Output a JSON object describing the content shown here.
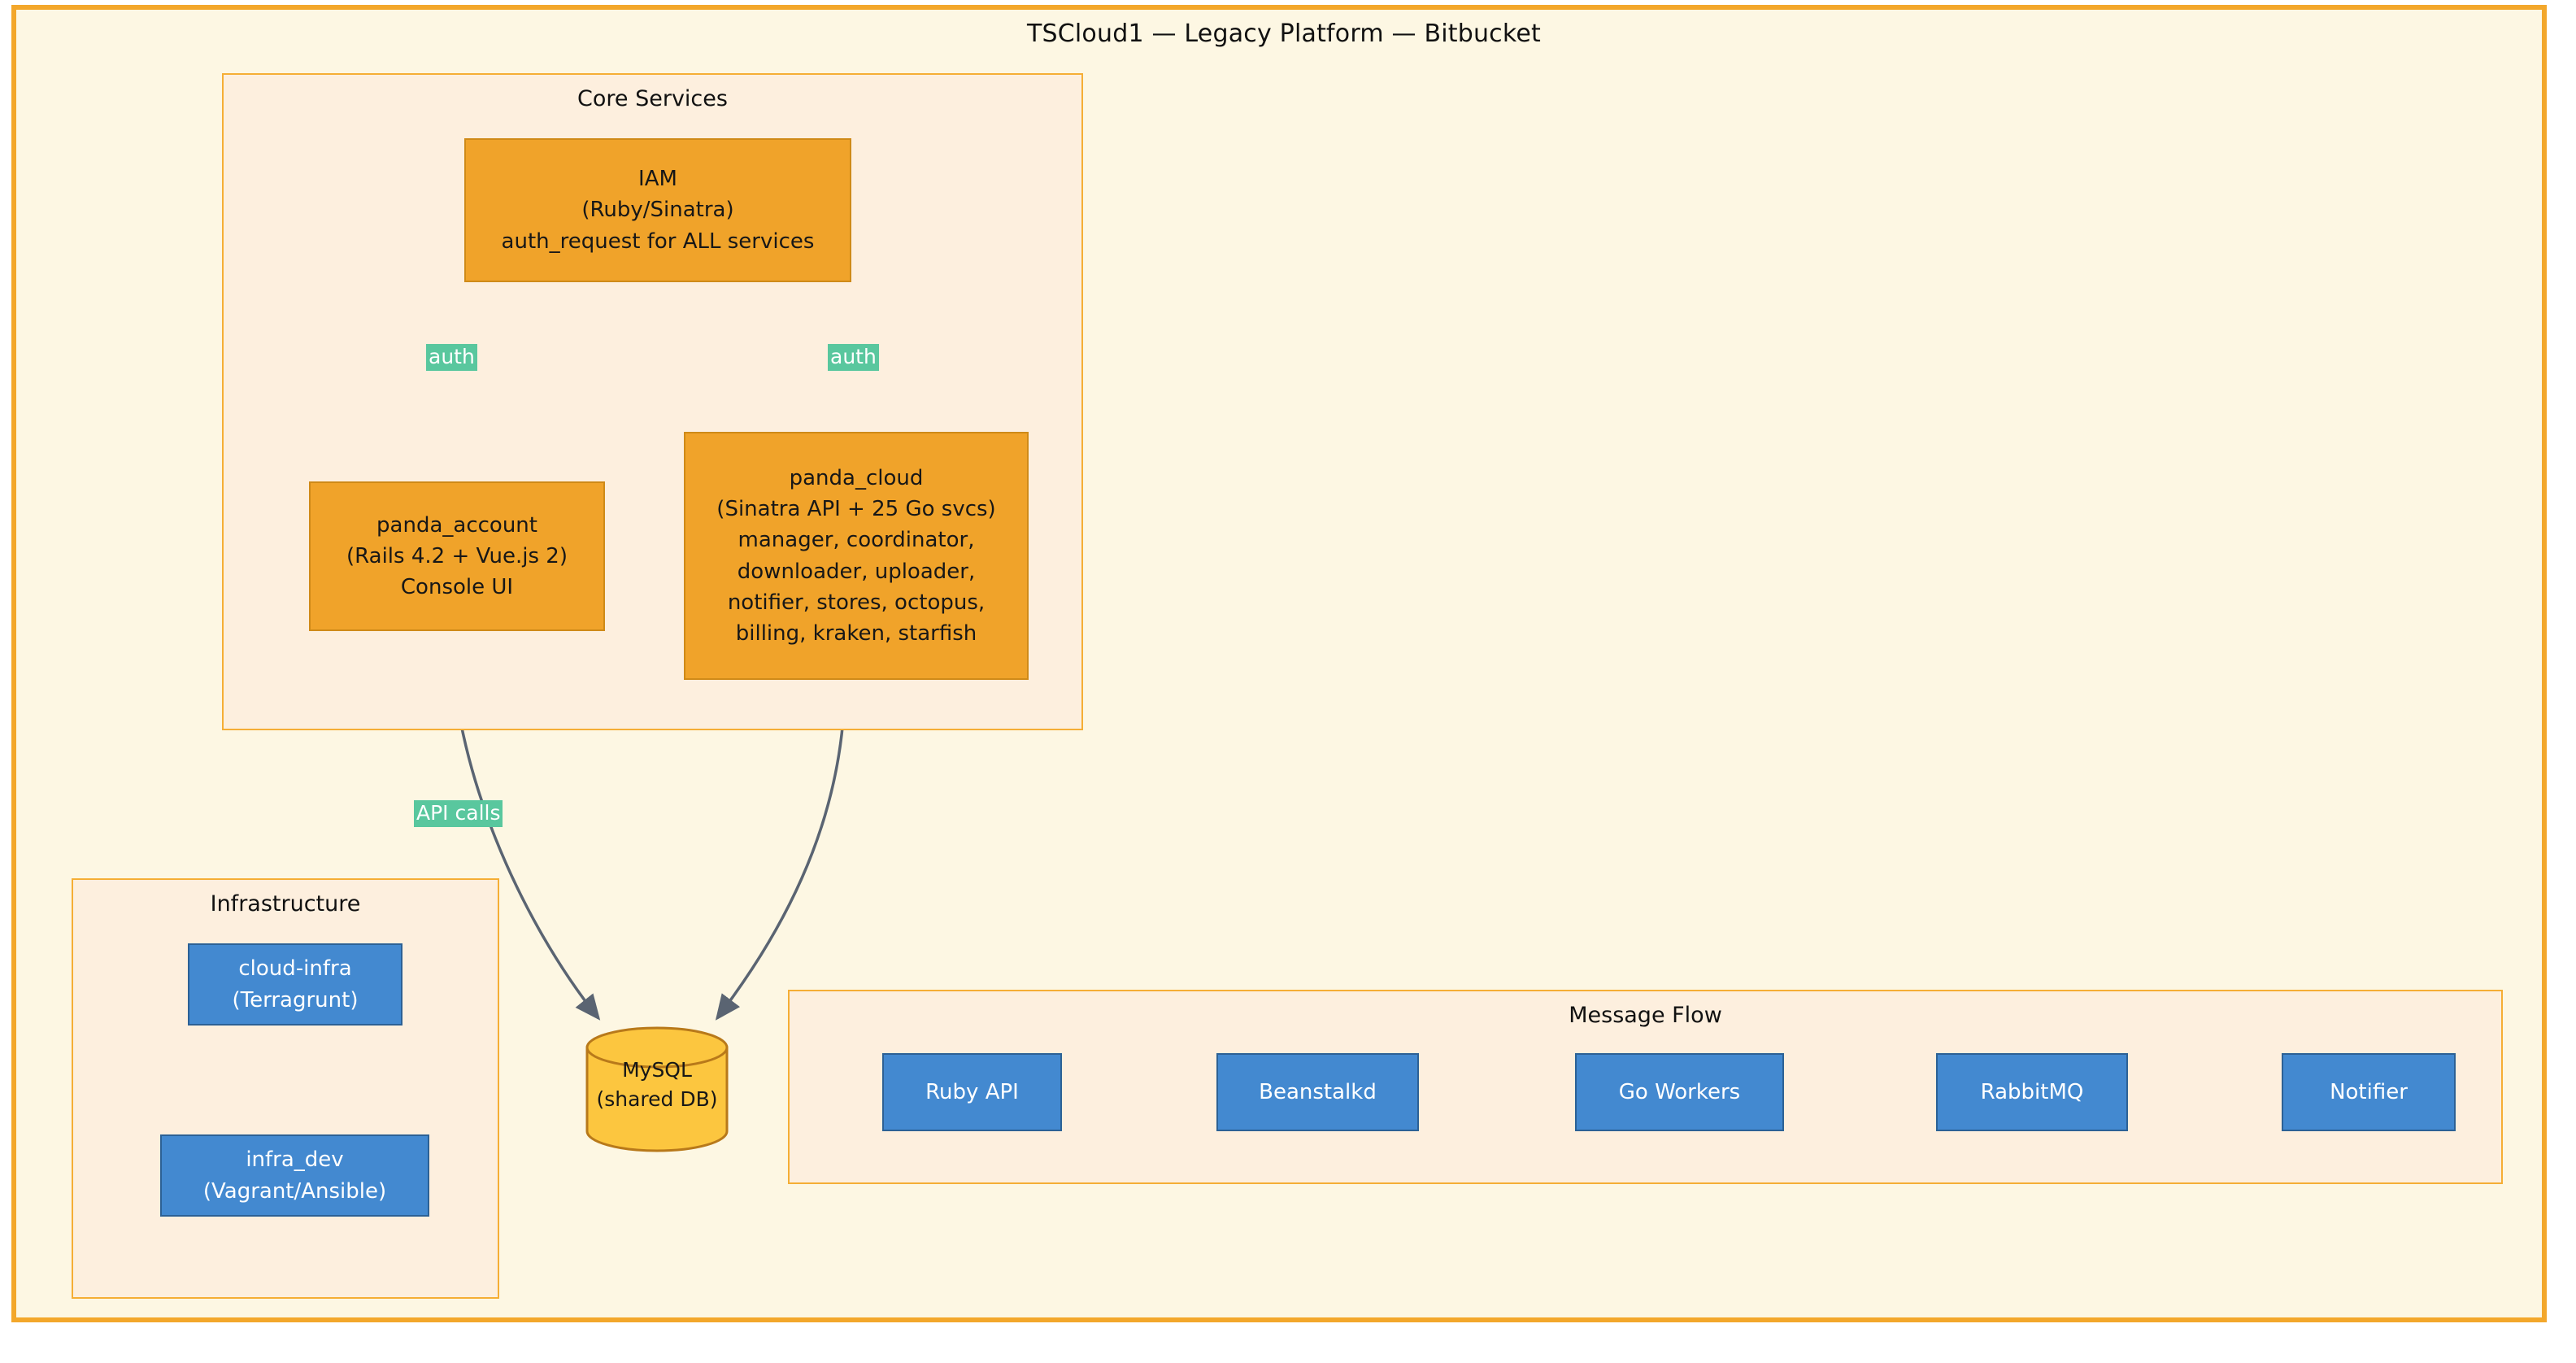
{
  "diagram": {
    "title": "TSCloud1 — Legacy Platform — Bitbucket",
    "colors": {
      "frame_border": "#F3A72B",
      "canvas_background": "#FDF7E3",
      "cluster_background": "#FDEFDE",
      "cluster_border": "#F5AE35",
      "node_orange_fill": "#F0A32A",
      "node_orange_border": "#CF8A18",
      "node_blue_fill": "#4389D0",
      "node_blue_border": "#2C6195",
      "database_fill": "#FCC63F",
      "database_border": "#B8791A",
      "edge_label_fill": "#59C79E",
      "edge_stroke": "#4A5568"
    }
  },
  "clusters": {
    "core_services": {
      "title": "Core Services"
    },
    "infrastructure": {
      "title": "Infrastructure"
    },
    "message_flow": {
      "title": "Message Flow"
    }
  },
  "nodes": {
    "iam": {
      "lines": [
        "IAM",
        "(Ruby/Sinatra)",
        "auth_request for ALL services"
      ]
    },
    "panda_account": {
      "lines": [
        "panda_account",
        "(Rails 4.2 + Vue.js 2)",
        "Console UI"
      ]
    },
    "panda_cloud": {
      "lines": [
        "panda_cloud",
        "(Sinatra API + 25 Go svcs)",
        "manager, coordinator,",
        "downloader, uploader,",
        "notifier, stores, octopus,",
        "billing, kraken, starfish"
      ]
    },
    "mysql": {
      "lines": [
        "MySQL",
        "(shared DB)"
      ],
      "shape": "cylinder"
    },
    "cloud_infra": {
      "lines": [
        "cloud-infra",
        "(Terragrunt)"
      ]
    },
    "infra_dev": {
      "lines": [
        "infra_dev",
        "(Vagrant/Ansible)"
      ]
    },
    "ruby_api": {
      "lines": [
        "Ruby API"
      ]
    },
    "beanstalkd": {
      "lines": [
        "Beanstalkd"
      ]
    },
    "go_workers": {
      "lines": [
        "Go Workers"
      ]
    },
    "rabbitmq": {
      "lines": [
        "RabbitMQ"
      ]
    },
    "notifier": {
      "lines": [
        "Notifier"
      ]
    }
  },
  "edges": [
    {
      "from": "iam",
      "to": "panda_account",
      "label": "auth",
      "style": "dashed"
    },
    {
      "from": "iam",
      "to": "panda_cloud",
      "label": "auth",
      "style": "dashed"
    },
    {
      "from": "panda_account",
      "to": "mysql",
      "label": "API calls",
      "style": "solid"
    },
    {
      "from": "panda_cloud",
      "to": "mysql",
      "label": "",
      "style": "solid"
    },
    {
      "from": "ruby_api",
      "to": "beanstalkd",
      "label": "",
      "style": "solid"
    },
    {
      "from": "beanstalkd",
      "to": "go_workers",
      "label": "",
      "style": "solid"
    },
    {
      "from": "go_workers",
      "to": "rabbitmq",
      "label": "",
      "style": "solid"
    },
    {
      "from": "rabbitmq",
      "to": "notifier",
      "label": "",
      "style": "solid"
    }
  ]
}
